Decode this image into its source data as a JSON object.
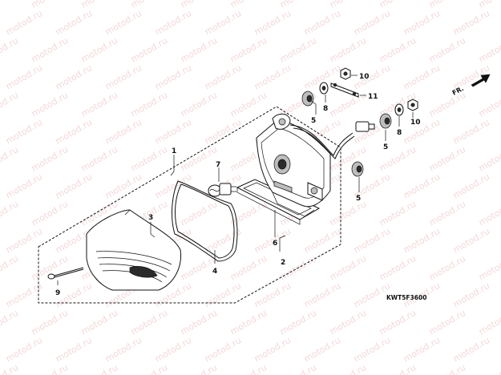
{
  "diagram": {
    "watermark_text": "motod.ru",
    "direction_label": "FR.",
    "diagram_code": "KWT5F3600",
    "callouts": {
      "p1": "1",
      "p2": "2",
      "p3": "3",
      "p4": "4",
      "p5a": "5",
      "p5b": "5",
      "p5c": "5",
      "p6": "6",
      "p7": "7",
      "p8a": "8",
      "p8b": "8",
      "p9": "9",
      "p10a": "10",
      "p10b": "10",
      "p11": "11"
    }
  }
}
